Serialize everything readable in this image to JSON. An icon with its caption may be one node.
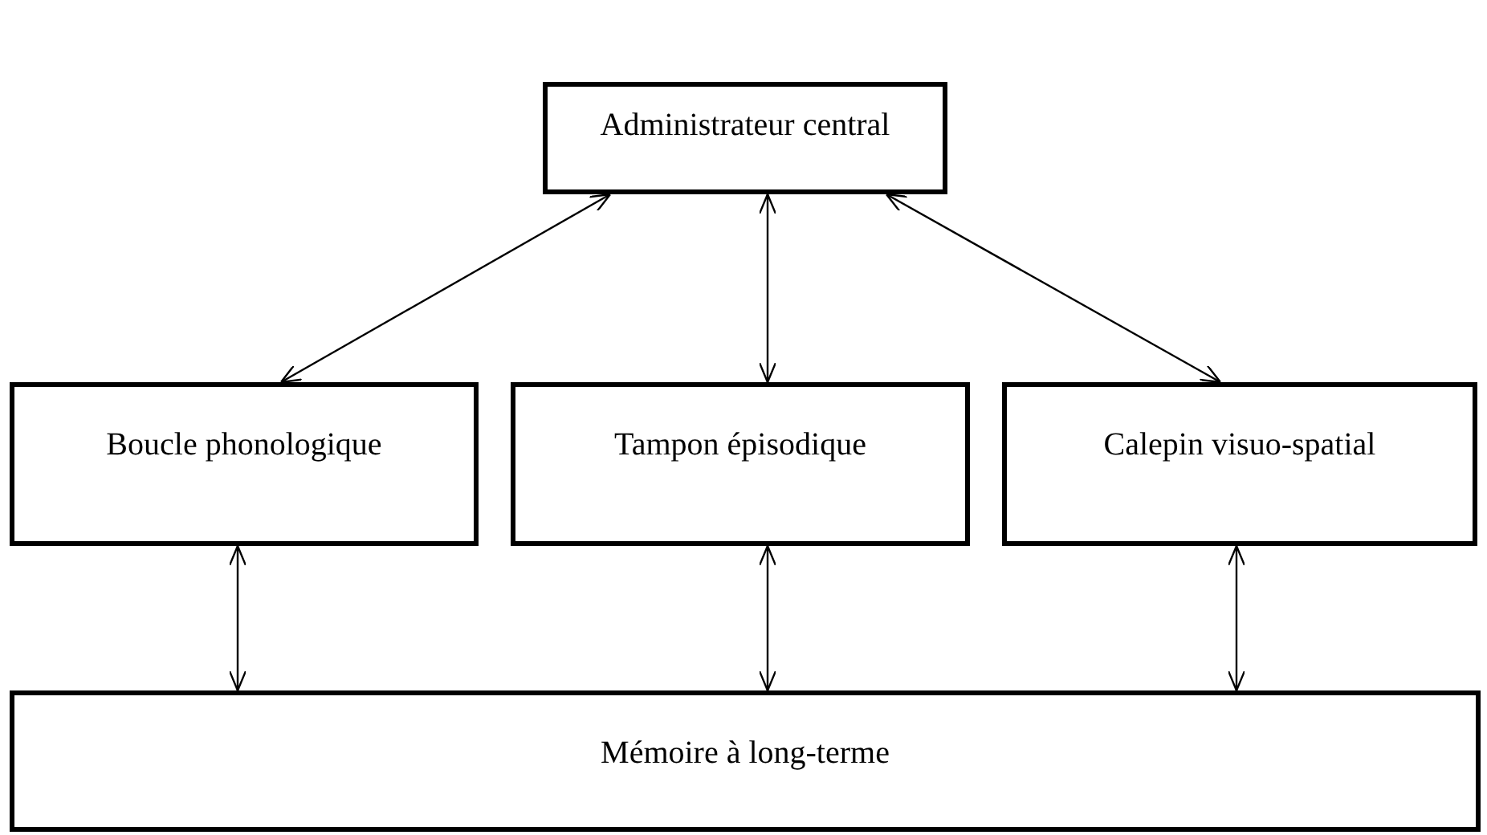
{
  "diagram": {
    "nodes": [
      {
        "text": [
          "Administrateur central"
        ]
      },
      {
        "text": [
          "Boucle phonologique"
        ]
      },
      {
        "text": [
          "Tampon épisodique"
        ]
      },
      {
        "text": [
          "Calepin visuo-spatial"
        ]
      },
      {
        "text": [
          "Mémoire à long-terme"
        ]
      }
    ],
    "edges": [
      {
        "from": 0,
        "to": 1,
        "arrow": "both"
      },
      {
        "from": 0,
        "to": 2,
        "arrow": "both"
      },
      {
        "from": 0,
        "to": 3,
        "arrow": "both"
      },
      {
        "from": 1,
        "to": 4,
        "arrow": "both"
      },
      {
        "from": 2,
        "to": 4,
        "arrow": "both"
      },
      {
        "from": 3,
        "to": 4,
        "arrow": "both"
      }
    ]
  }
}
